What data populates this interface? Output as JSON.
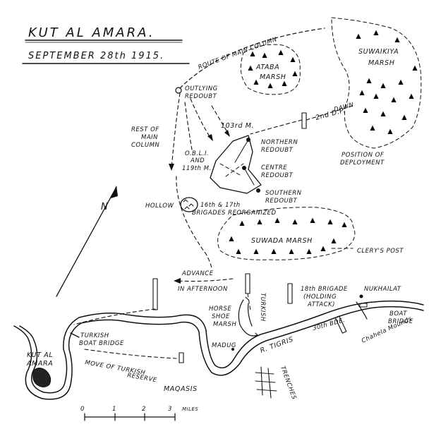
{
  "title": "KUT AL AMARA.",
  "subtitle": "SEPTEMBER 28th 1915.",
  "labels": {
    "route_main_column": "ROUTE OF MAIN COLUMN",
    "ataba_marsh_1": "ATABA",
    "ataba_marsh_2": "MARSH",
    "suwaikiya_1": "SUWAIKIYA",
    "suwaikiya_2": "MARSH",
    "outlying_1": "OUTLYING",
    "outlying_2": "REDOUBT",
    "dp_2nd": "2nd D.P.",
    "dawn": "DAWN",
    "m103": "103rd M.",
    "northern_1": "NORTHERN",
    "northern_2": "REDOUBT",
    "rest_1": "REST OF",
    "rest_2": "MAIN",
    "rest_3": "COLUMN",
    "obli_1": "O.B.L.I.",
    "obli_2": "AND",
    "obli_3": "119th M.",
    "centre_1": "CENTRE",
    "centre_2": "REDOUBT",
    "position_1": "POSITION OF",
    "position_2": "DEPLOYMENT",
    "hollow": "HOLLOW",
    "southern_1": "SOUTHERN",
    "southern_2": "REDOUBT",
    "brig_1": "16th & 17th",
    "brig_2": "BRIGADES REORGANIZED",
    "suwada": "SUWADA MARSH",
    "clerys": "CLERY'S POST",
    "advance_1": "ADVANCE",
    "advance_2": "IN AFTERNOON",
    "turkish_vert": "TURKISH",
    "horse_1": "HORSE",
    "horse_2": "SHOE",
    "horse_3": "MARSH",
    "brig18_1": "18th BRIGADE",
    "brig18_2": "(HOLDING",
    "brig18_3": "ATTACK)",
    "nukhailat": "NUKHAILAT",
    "boat_bridge_1": "BOAT",
    "boat_bridge_2": "BRIDGE",
    "chahela": "Chahela Mounds",
    "tigris": "R. TIGRIS",
    "bde30": "30th BDE.",
    "kut_1": "KUT AL",
    "kut_2": "AMARA",
    "turkish_boat_1": "TURKISH",
    "turkish_boat_2": "BOAT BRIDGE",
    "move_1": "MOVE OF TURKISH",
    "move_2": "RESERVE",
    "madug": "MADUG",
    "trenches": "TRENCHES",
    "maqasis": "MAQASIS",
    "north": "N"
  },
  "scale": {
    "ticks": [
      "0",
      "1",
      "2",
      "3"
    ],
    "unit": "MILES"
  }
}
